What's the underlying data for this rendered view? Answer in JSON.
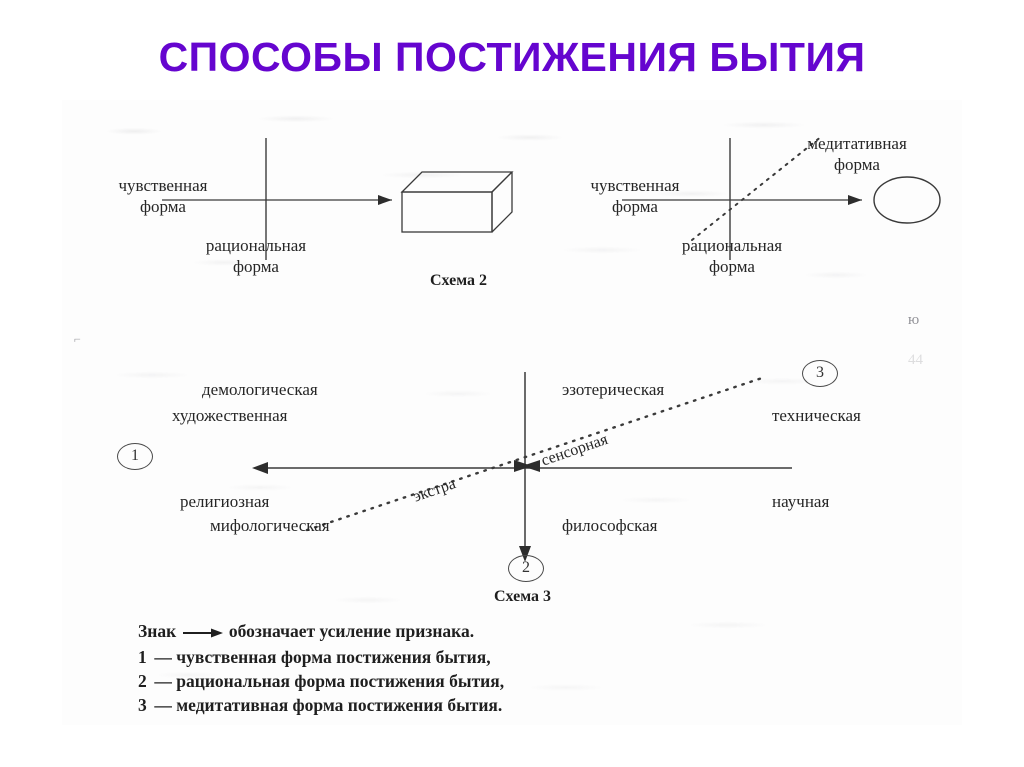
{
  "title": "СПОСОБЫ ПОСТИЖЕНИЯ БЫТИЯ",
  "title_color": "#6505CF",
  "scheme2": {
    "caption": "Схема 2",
    "left": {
      "sense_form": "чувственная\nформа",
      "rational_form": "рациональная\nформа",
      "result_shape": "cuboid-icon"
    },
    "right": {
      "meditative_form": "медитативная\nформа",
      "sense_form": "чувственная\nформа",
      "rational_form": "рациональная\nформа",
      "result_shape": "ellipse-icon"
    }
  },
  "scheme3": {
    "caption": "Схема 3",
    "quadrant_top_left": [
      "демологическая",
      "художественная"
    ],
    "quadrant_top_right": [
      "эзотерическая",
      "техническая"
    ],
    "quadrant_bottom_left": [
      "религиозная",
      "мифологическая"
    ],
    "quadrant_bottom_right": [
      "философская",
      "научная"
    ],
    "diagonal_label_lower": "экстра",
    "diagonal_label_upper": "сенсорная",
    "markers": {
      "left": "1",
      "bottom": "2",
      "top_right": "3"
    }
  },
  "legend": {
    "sign_prefix": "Знак",
    "sign_suffix": "обозначает усиление признака.",
    "items": [
      {
        "num": "1",
        "dash": "—",
        "text": "чувственная форма постижения бытия,"
      },
      {
        "num": "2",
        "dash": "—",
        "text": "рациональная форма постижения бытия,"
      },
      {
        "num": "3",
        "dash": "—",
        "text": "медитативная форма постижения бытия."
      }
    ]
  },
  "artifacts": {
    "top_right_letter": "ю",
    "left_tick": "⌐",
    "page_number": "44"
  }
}
